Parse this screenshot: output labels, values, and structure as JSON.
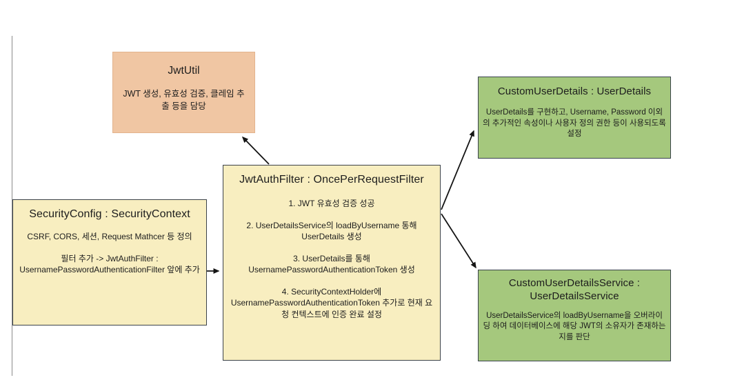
{
  "diagram": {
    "boxes": [
      {
        "name": "jwtutil",
        "title": "JwtUtil",
        "body": [
          "JWT 생성, 유효성 검증, 클레임 추출 등을 담당"
        ]
      },
      {
        "name": "security-config",
        "title": "SecurityConfig : SecurityContext",
        "body": [
          "CSRF, CORS, 세션, Request Mathcer 등 정의",
          "필터 추가 -> JwtAuthFilter : UsernamePasswordAuthenticationFilter 앞에 추가"
        ]
      },
      {
        "name": "jwt-auth-filter",
        "title": "JwtAuthFilter : OncePerRequestFilter",
        "body": [
          "1. JWT 유효성 검증 성공",
          "2. UserDetailsService의 loadByUsername 통해 UserDetails 생성",
          "3. UserDetails를 통해 UsernamePasswordAuthenticationToken 생성",
          "4. SecurityContextHolder에 UsernamePasswordAuthenticationToken 추가로 현재 요청 컨텍스트에 인증 완료 설정"
        ]
      },
      {
        "name": "custom-user-details",
        "title": "CustomUserDetails : UserDetails",
        "body": [
          "UserDetails를 구현하고, Username, Password 이외의 추가적인 속성이나 사용자 정의 권한 등이 사용되도록 설정"
        ]
      },
      {
        "name": "custom-user-details-service",
        "title": "CustomUserDetailsService : UserDetailsService",
        "body": [
          "UserDetailsService의 loadByUsername을 오버라이딩 하여 데이터베이스에 해당 JWT의 소유자가 존재하는 지를 판단"
        ]
      }
    ],
    "colors": {
      "salmon_fill": "#F0C6A3",
      "salmon_border": "#E2B38D",
      "yellow_fill": "#F8EEC0",
      "green_fill": "#A5C87D",
      "dark_border": "#3A4149",
      "arrow": "#141414",
      "frame_line": "#8A8A8A"
    }
  }
}
